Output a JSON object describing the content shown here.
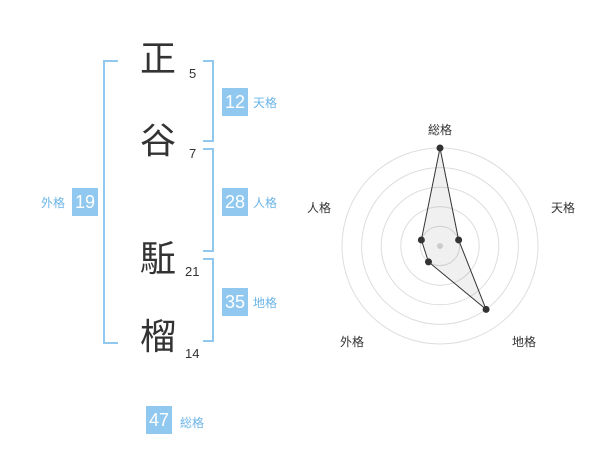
{
  "name": {
    "chars": [
      {
        "char": "正",
        "strokes": "5"
      },
      {
        "char": "谷",
        "strokes": "7"
      },
      {
        "char": "駈",
        "strokes": "21"
      },
      {
        "char": "榴",
        "strokes": "14"
      }
    ]
  },
  "fortune": {
    "tenkaku": {
      "value": "12",
      "label": "天格"
    },
    "jinkaku": {
      "value": "28",
      "label": "人格"
    },
    "chikaku": {
      "value": "35",
      "label": "地格"
    },
    "gaikaku": {
      "value": "19",
      "label": "外格"
    },
    "soukaku": {
      "value": "47",
      "label": "総格"
    }
  },
  "radar": {
    "axes": [
      "総格",
      "天格",
      "地格",
      "外格",
      "人格"
    ],
    "levels": 5,
    "values": [
      5,
      1,
      4,
      1,
      1
    ]
  }
}
